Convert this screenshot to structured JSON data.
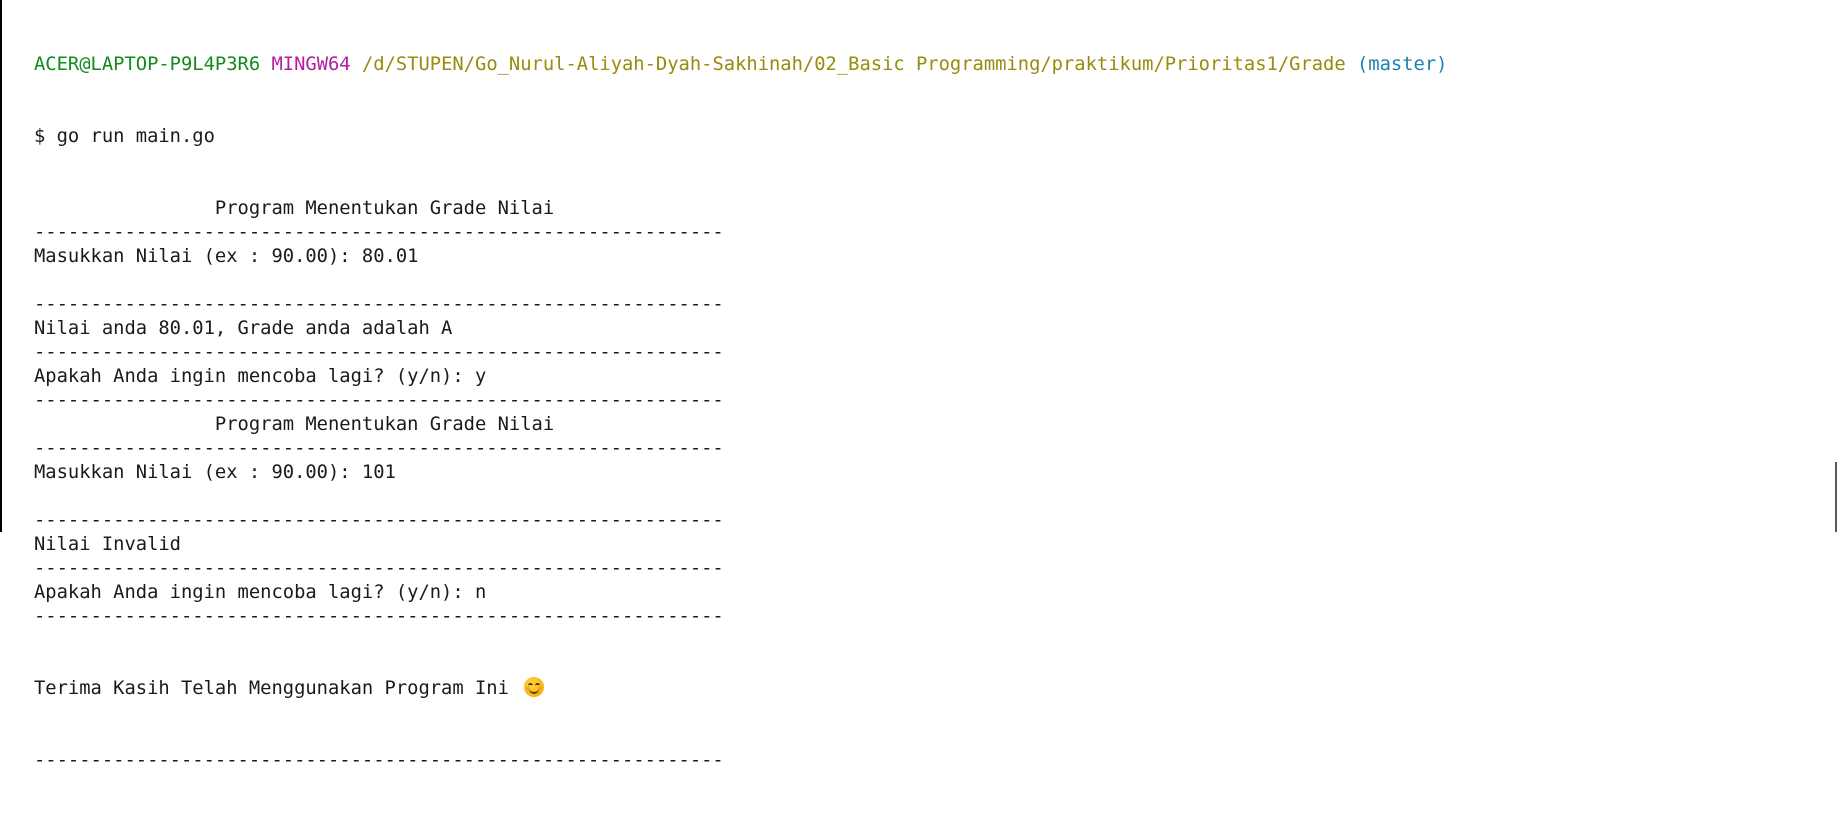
{
  "prompt": {
    "user": "ACER@LAPTOP-P9L4P3R6",
    "host": "MINGW64",
    "path": "/d/STUPEN/Go_Nurul-Aliyah-Dyah-Sakhinah/02_Basic Programming/praktikum/Prioritas1/Grade",
    "branch": "(master)"
  },
  "colors": {
    "background": "#ffffff",
    "text": "#1a1a1a",
    "user": "#138a1c",
    "host": "#b41f9e",
    "path": "#9a8a0e",
    "branch": "#1e7fb0"
  },
  "command": "$ go run main.go",
  "output_lines": [
    "                Program Menentukan Grade Nilai",
    "-------------------------------------------------------------",
    "Masukkan Nilai (ex : 90.00): 80.01",
    "",
    "-------------------------------------------------------------",
    "Nilai anda 80.01, Grade anda adalah A",
    "-------------------------------------------------------------",
    "Apakah Anda ingin mencoba lagi? (y/n): y",
    "-------------------------------------------------------------",
    "                Program Menentukan Grade Nilai",
    "-------------------------------------------------------------",
    "Masukkan Nilai (ex : 90.00): 101",
    "",
    "-------------------------------------------------------------",
    "Nilai Invalid",
    "-------------------------------------------------------------",
    "Apakah Anda ingin mencoba lagi? (y/n): n",
    "-------------------------------------------------------------"
  ],
  "closing_line": "Terima Kasih Telah Menggunakan Program Ini",
  "closing_icon": "smiling-face-emoji-icon",
  "final_separator": "-------------------------------------------------------------"
}
